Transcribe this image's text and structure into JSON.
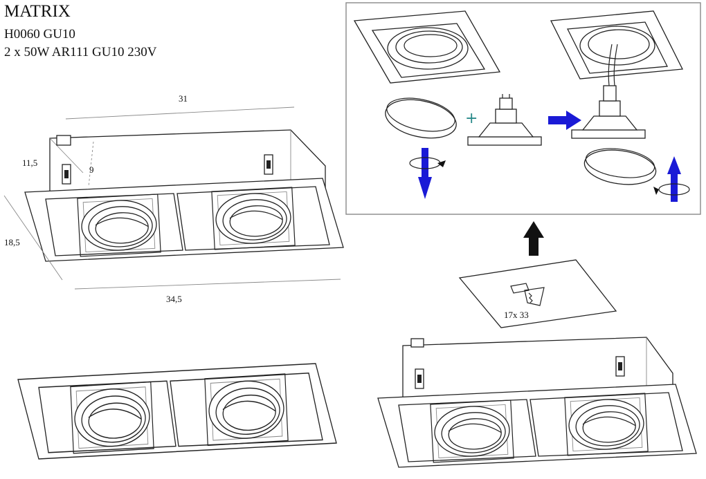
{
  "header": {
    "brand": "MATRIX",
    "model": "H0060 GU10",
    "spec": "2 x 50W AR111 GU10 230V"
  },
  "dimensions": {
    "width_top": "31",
    "depth": "11,5",
    "inner_depth": "9",
    "height": "18,5",
    "width_bottom": "34,5",
    "cutout": "17x 33"
  },
  "colors": {
    "arrow_blue": "#1a1ad6",
    "line": "#222222",
    "panel_border": "#888888",
    "plus": "#2a8a8a"
  },
  "icons": {
    "plus": "+",
    "arrow_down": "arrow-down-icon",
    "arrow_up": "arrow-up-icon",
    "arrow_right": "arrow-right-icon",
    "arrow_black_up": "arrow-up-icon"
  }
}
